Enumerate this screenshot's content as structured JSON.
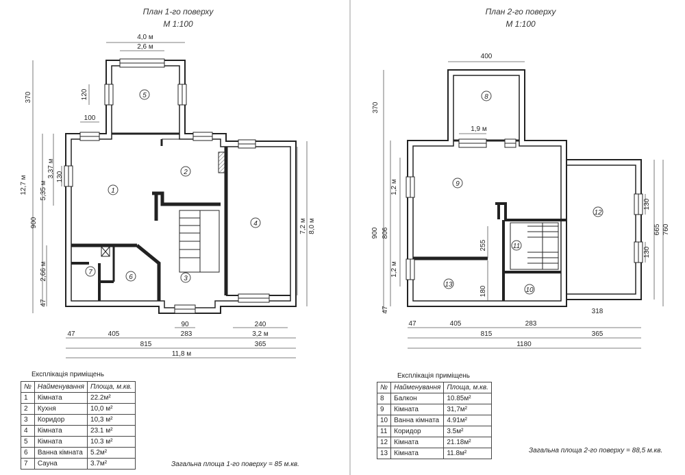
{
  "plan1": {
    "title": "План  1-го  поверху",
    "scale": "М  1:100",
    "rooms": [
      "1",
      "2",
      "3",
      "4",
      "5",
      "6",
      "7"
    ],
    "dims": {
      "top_outer": "4,0 м",
      "top_inner": "2,6 м",
      "win120": "120",
      "win100": "100",
      "left_370": "370",
      "left_127": "12,7 м",
      "left_900": "900",
      "left_535": "5,35 м",
      "left_337": "3,37 м",
      "left_130": "130",
      "left_266": "2,66 м",
      "left_47": "47",
      "right_72": "7,2 м",
      "right_80": "8,0 м",
      "b_90": "90",
      "b_240": "240",
      "b_47": "47",
      "b_405": "405",
      "b_283": "283",
      "b_32": "3,2 м",
      "b_815": "815",
      "b_365": "365",
      "b_118": "11,8 м"
    },
    "table_title": "Експлікація  приміщень",
    "table_headers": [
      "№",
      "Найменування",
      "Площа, м.кв."
    ],
    "table_rows": [
      [
        "1",
        "Кімната",
        "22.2м²"
      ],
      [
        "2",
        "Кухня",
        "10,0 м²"
      ],
      [
        "3",
        "Коридор",
        "10,3 м²"
      ],
      [
        "4",
        "Кімната",
        "23.1 м²"
      ],
      [
        "5",
        "Кімната",
        "10.3 м²"
      ],
      [
        "6",
        "Ванна кімната",
        "5.2м²"
      ],
      [
        "7",
        "Сауна",
        "3.7м²"
      ]
    ],
    "total": "Загальна площа 1-го поверху = 85 м.кв."
  },
  "plan2": {
    "title": "План  2-го  поверху",
    "scale": "М  1:100",
    "rooms": [
      "8",
      "9",
      "10",
      "11",
      "12",
      "13"
    ],
    "dims": {
      "top_400": "400",
      "b19": "1,9 м",
      "left_370": "370",
      "left_12a": "1,2 м",
      "left_900": "900",
      "left_806": "806",
      "left_12b": "1,2 м",
      "left_47": "47",
      "i_255": "255",
      "i_180": "180",
      "r_130a": "130",
      "r_130b": "130",
      "r_665": "665",
      "r_760": "760",
      "b_47": "47",
      "b_405": "405",
      "b_283": "283",
      "b_318": "318",
      "b_815": "815",
      "b_365": "365",
      "b_1180": "1180"
    },
    "table_title": "Експлікація  приміщень",
    "table_headers": [
      "№",
      "Найменування",
      "Площа, м.кв."
    ],
    "table_rows": [
      [
        "8",
        "Балкон",
        "10.85м²"
      ],
      [
        "9",
        "Кімната",
        "31,7м²"
      ],
      [
        "10",
        "Ванна кімната",
        "4.91м²"
      ],
      [
        "11",
        "Коридор",
        "3.5м²"
      ],
      [
        "12",
        "Кімната",
        "21.18м²"
      ],
      [
        "13",
        "Кімната",
        "11.8м²"
      ]
    ],
    "total": "Загальна площа 2-го поверху = 88,5 м.кв."
  }
}
